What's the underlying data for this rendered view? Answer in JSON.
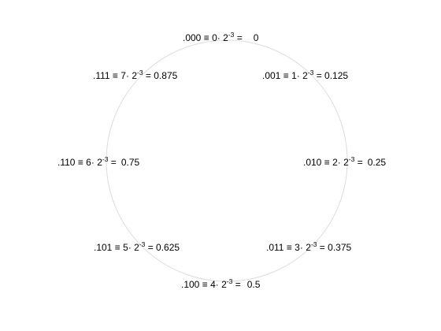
{
  "diagram": {
    "circle_color": "#dcdcdc",
    "labels": [
      {
        "binary": ".000",
        "equiv": "≡",
        "k": "0",
        "dot": "·",
        "base": "2",
        "exponent": "-3",
        "eq": "=",
        "value": "0"
      },
      {
        "binary": ".001",
        "equiv": "≡",
        "k": "1",
        "dot": "·",
        "base": "2",
        "exponent": "-3",
        "eq": "=",
        "value": "0.125"
      },
      {
        "binary": ".010",
        "equiv": "≡",
        "k": "2",
        "dot": "·",
        "base": "2",
        "exponent": "-3",
        "eq": "=",
        "value": "0.25"
      },
      {
        "binary": ".011",
        "equiv": "≡",
        "k": "3",
        "dot": "·",
        "base": "2",
        "exponent": "-3",
        "eq": "=",
        "value": "0.375"
      },
      {
        "binary": ".100",
        "equiv": "≡",
        "k": "4",
        "dot": "·",
        "base": "2",
        "exponent": "-3",
        "eq": "=",
        "value": "0.5"
      },
      {
        "binary": ".101",
        "equiv": "≡",
        "k": "5",
        "dot": "·",
        "base": "2",
        "exponent": "-3",
        "eq": "=",
        "value": "0.625"
      },
      {
        "binary": ".110",
        "equiv": "≡",
        "k": "6",
        "dot": "·",
        "base": "2",
        "exponent": "-3",
        "eq": "=",
        "value": "0.75"
      },
      {
        "binary": ".111",
        "equiv": "≡",
        "k": "7",
        "dot": "·",
        "base": "2",
        "exponent": "-3",
        "eq": "=",
        "value": "0.875"
      }
    ]
  }
}
